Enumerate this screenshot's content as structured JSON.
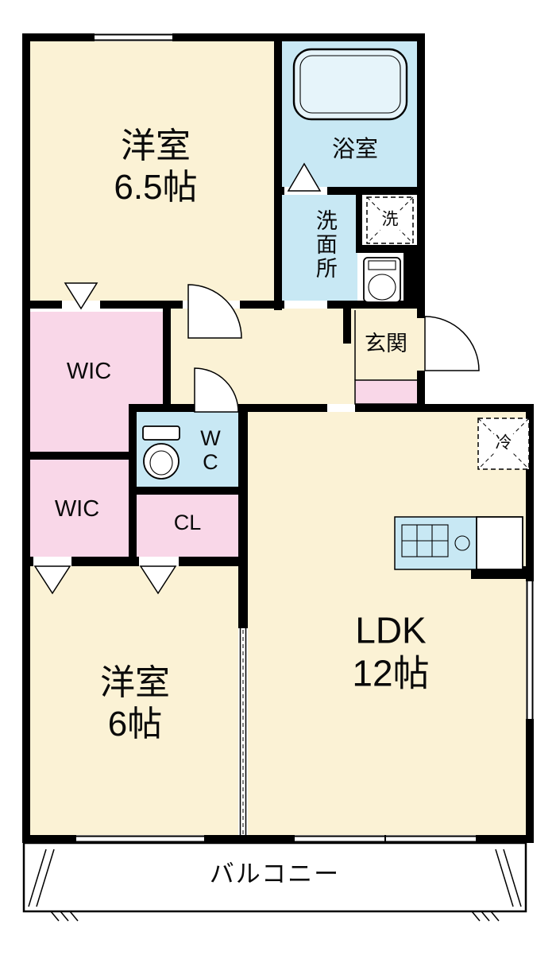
{
  "colors": {
    "cream": "#FBF2D5",
    "water": "#C8E8F4",
    "pink": "#F9D7E8",
    "wall": "#000000",
    "paper": "#FFFFFF"
  },
  "rooms": {
    "bedroom1": {
      "label": "洋室",
      "size": "6.5帖"
    },
    "bath": {
      "label": "浴室"
    },
    "washroom": {
      "label": "洗面所"
    },
    "laundry": {
      "label": "洗"
    },
    "entrance": {
      "label": "玄関"
    },
    "wic_upper": {
      "label": "WIC"
    },
    "wic_lower": {
      "label": "WIC"
    },
    "wc": {
      "label": "WC"
    },
    "closet": {
      "label": "CL"
    },
    "bedroom2": {
      "label": "洋室",
      "size": "6帖"
    },
    "ldk": {
      "label": "LDK",
      "size": "12帖"
    },
    "fridge": {
      "label": "冷"
    },
    "balcony": {
      "label": "バルコニー"
    }
  }
}
